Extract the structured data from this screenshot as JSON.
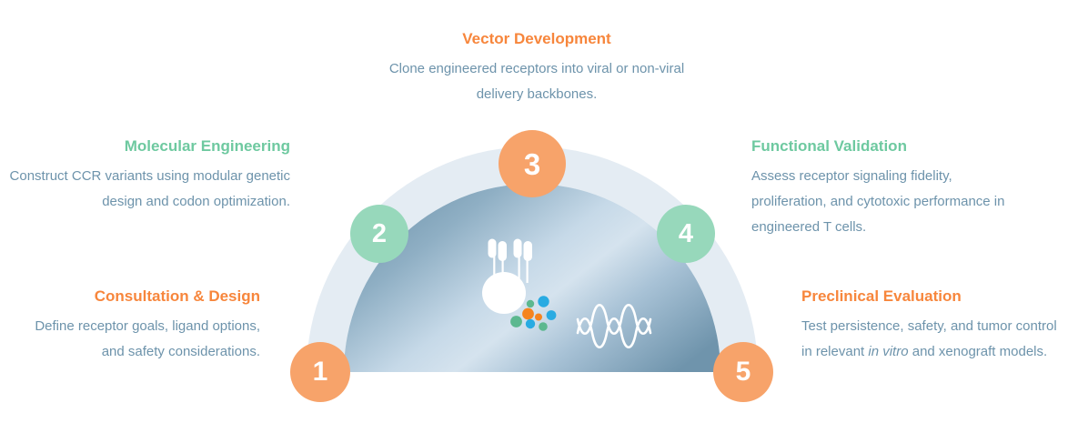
{
  "graphic": {
    "name": "ccr-development-workflow-arch",
    "colors": {
      "orange": "#f7a36a",
      "orange_text": "#f7863c",
      "green": "#97d8bb",
      "green_text": "#6ec9a0",
      "body_text": "#6d93ab",
      "arch_outer_ring": "#e4ecf3",
      "arch_inner_dome_dark": "#6d93ab",
      "arch_inner_dome_light": "#cddceb",
      "background": "#ffffff",
      "cell_body": "#ffffff",
      "molecule_blue": "#29abe2",
      "molecule_orange": "#f5841f",
      "molecule_green": "#5cb88f"
    },
    "center_icons": [
      {
        "name": "t-cell-with-receptors-icon"
      },
      {
        "name": "signaling-molecules-icon"
      },
      {
        "name": "dna-double-helix-icon"
      }
    ]
  },
  "steps": [
    {
      "number": "1",
      "color": "orange",
      "title": "Consultation & Design",
      "title_color": "orange",
      "body": "Define receptor goals, ligand options, and safety considerations.",
      "align": "right"
    },
    {
      "number": "2",
      "color": "green",
      "title": "Molecular Engineering",
      "title_color": "green",
      "body": "Construct CCR variants using modular genetic design and codon optimization.",
      "align": "right"
    },
    {
      "number": "3",
      "color": "orange",
      "title": "Vector Development",
      "title_color": "orange",
      "body": "Clone engineered receptors into viral or non-viral delivery backbones.",
      "align": "center"
    },
    {
      "number": "4",
      "color": "green",
      "title": "Functional Validation",
      "title_color": "green",
      "body": "Assess receptor signaling fidelity, proliferation, and cytotoxic performance in engineered T cells.",
      "align": "left"
    },
    {
      "number": "5",
      "color": "orange",
      "title": "Preclinical Evaluation",
      "title_color": "orange",
      "body_part1": "Test persistence, safety, and tumor control in relevant ",
      "body_italic": "in vitro",
      "body_part2": " and xenograft models.",
      "align": "left"
    }
  ]
}
